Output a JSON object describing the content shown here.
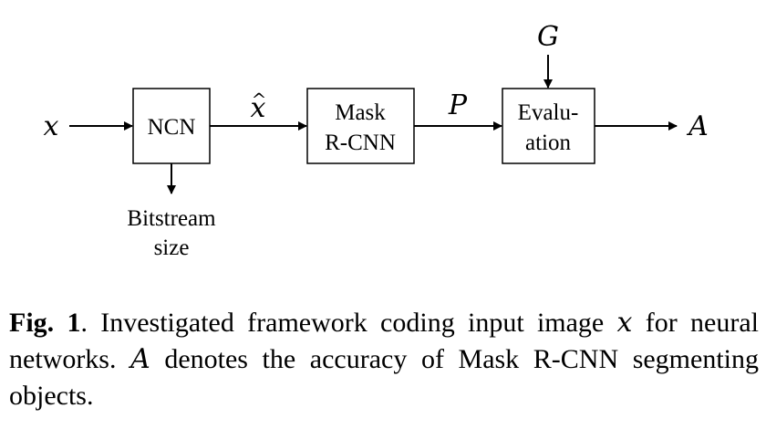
{
  "diagram": {
    "input_var": "x",
    "ncn_label": "NCN",
    "xhat_var": "x",
    "xhat_accent": "^",
    "mask_label_1": "Mask",
    "mask_label_2": "R-CNN",
    "p_var": "P",
    "eval_label_1": "Evalu-",
    "eval_label_2": "ation",
    "g_var": "G",
    "a_var": "A",
    "bitstream_1": "Bitstream",
    "bitstream_2": "size"
  },
  "caption": {
    "label": "Fig. 1",
    "text_1": ". Investigated framework coding input image ",
    "var_x": "x",
    "text_2": " for neural networks.  ",
    "var_a": "A",
    "text_3": " denotes the accuracy of Mask R-CNN segmenting objects."
  }
}
